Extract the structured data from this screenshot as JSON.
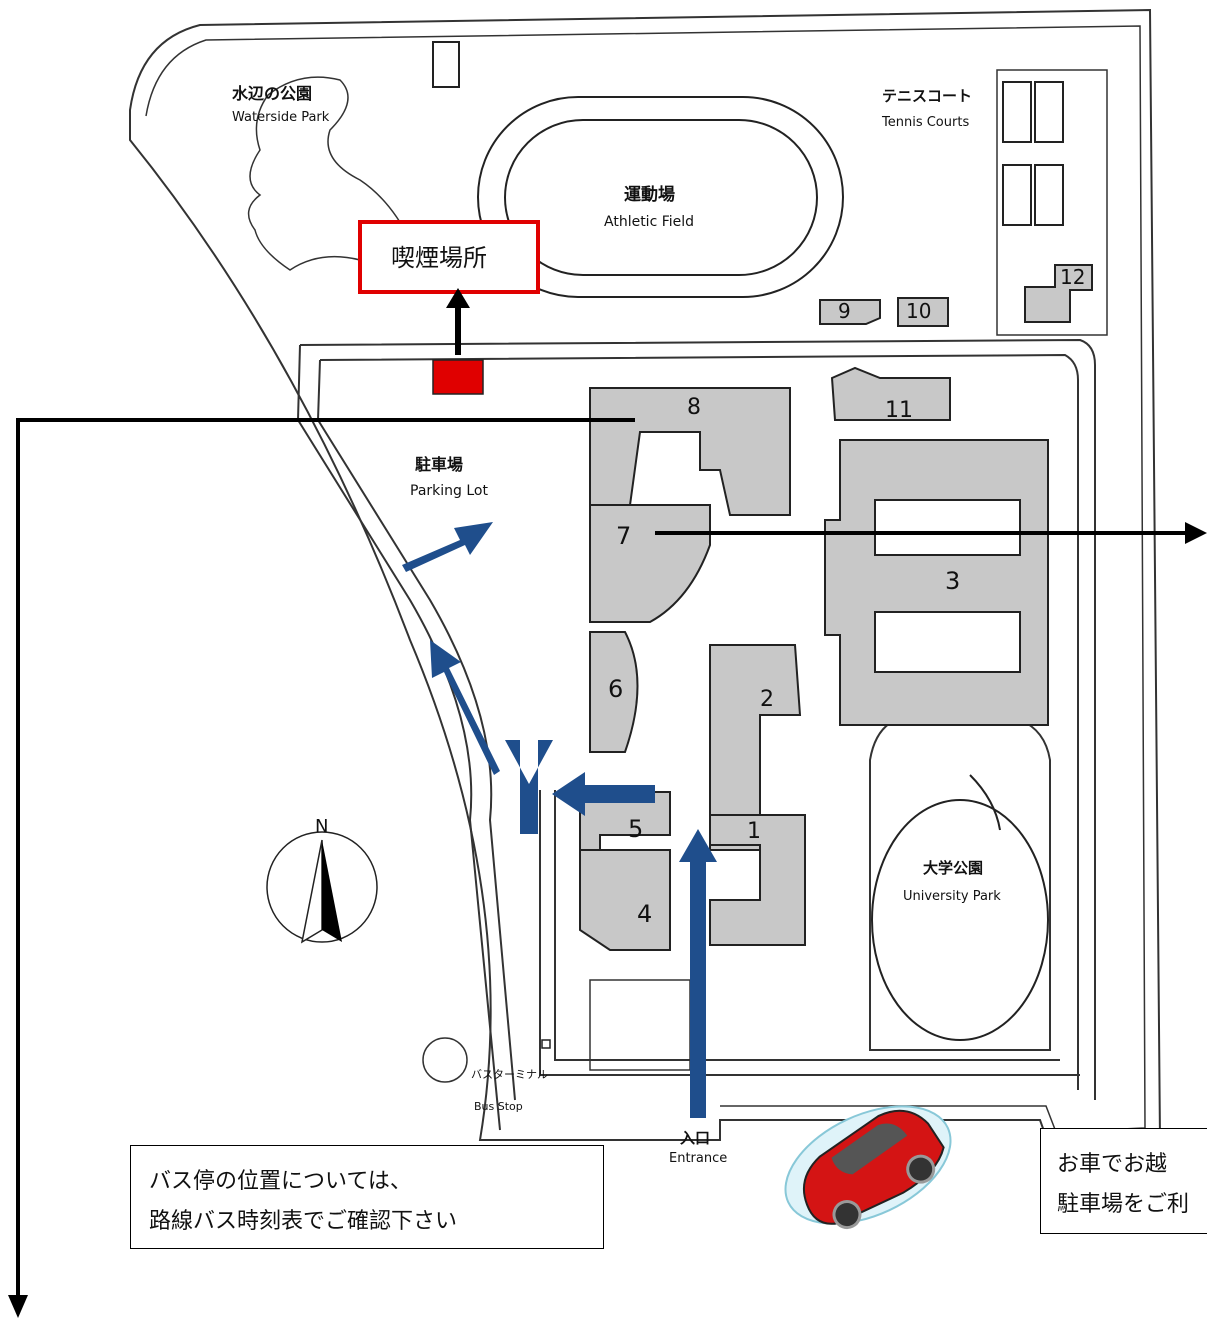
{
  "map": {
    "smoking_area_label": "喫煙場所",
    "parking_jp": "駐車場",
    "parking_en": "Parking Lot",
    "waterside_jp": "水辺の公園",
    "waterside_en": "Waterside Park",
    "athletic_jp": "運動場",
    "athletic_en": "Athletic Field",
    "tennis_jp": "テニスコート",
    "tennis_en": "Tennis Courts",
    "university_park_jp": "大学公園",
    "university_park_en": "University Park",
    "bus_terminal_jp": "バスターミナル",
    "bus_stop_en": "Bus Stop",
    "entrance_jp": "入口",
    "entrance_en": "Entrance",
    "north_label": "N",
    "buildings": [
      "1",
      "2",
      "3",
      "4",
      "5",
      "6",
      "7",
      "8",
      "9",
      "10",
      "11",
      "12"
    ],
    "note_bus_line1": "バス停の位置については、",
    "note_bus_line2": "路線バス時刻表でご確認下さい",
    "note_car_line1": "お車でお越",
    "note_car_line2": "駐車場をご利"
  },
  "colors": {
    "smoking_box": "#e00000",
    "route_arrow": "#1f4e8c",
    "black_arrow": "#000000",
    "building_fill": "#c8c8c8",
    "car_body": "#d41414"
  },
  "icons": [
    "compass-icon",
    "car-icon",
    "route-arrow-icon"
  ]
}
